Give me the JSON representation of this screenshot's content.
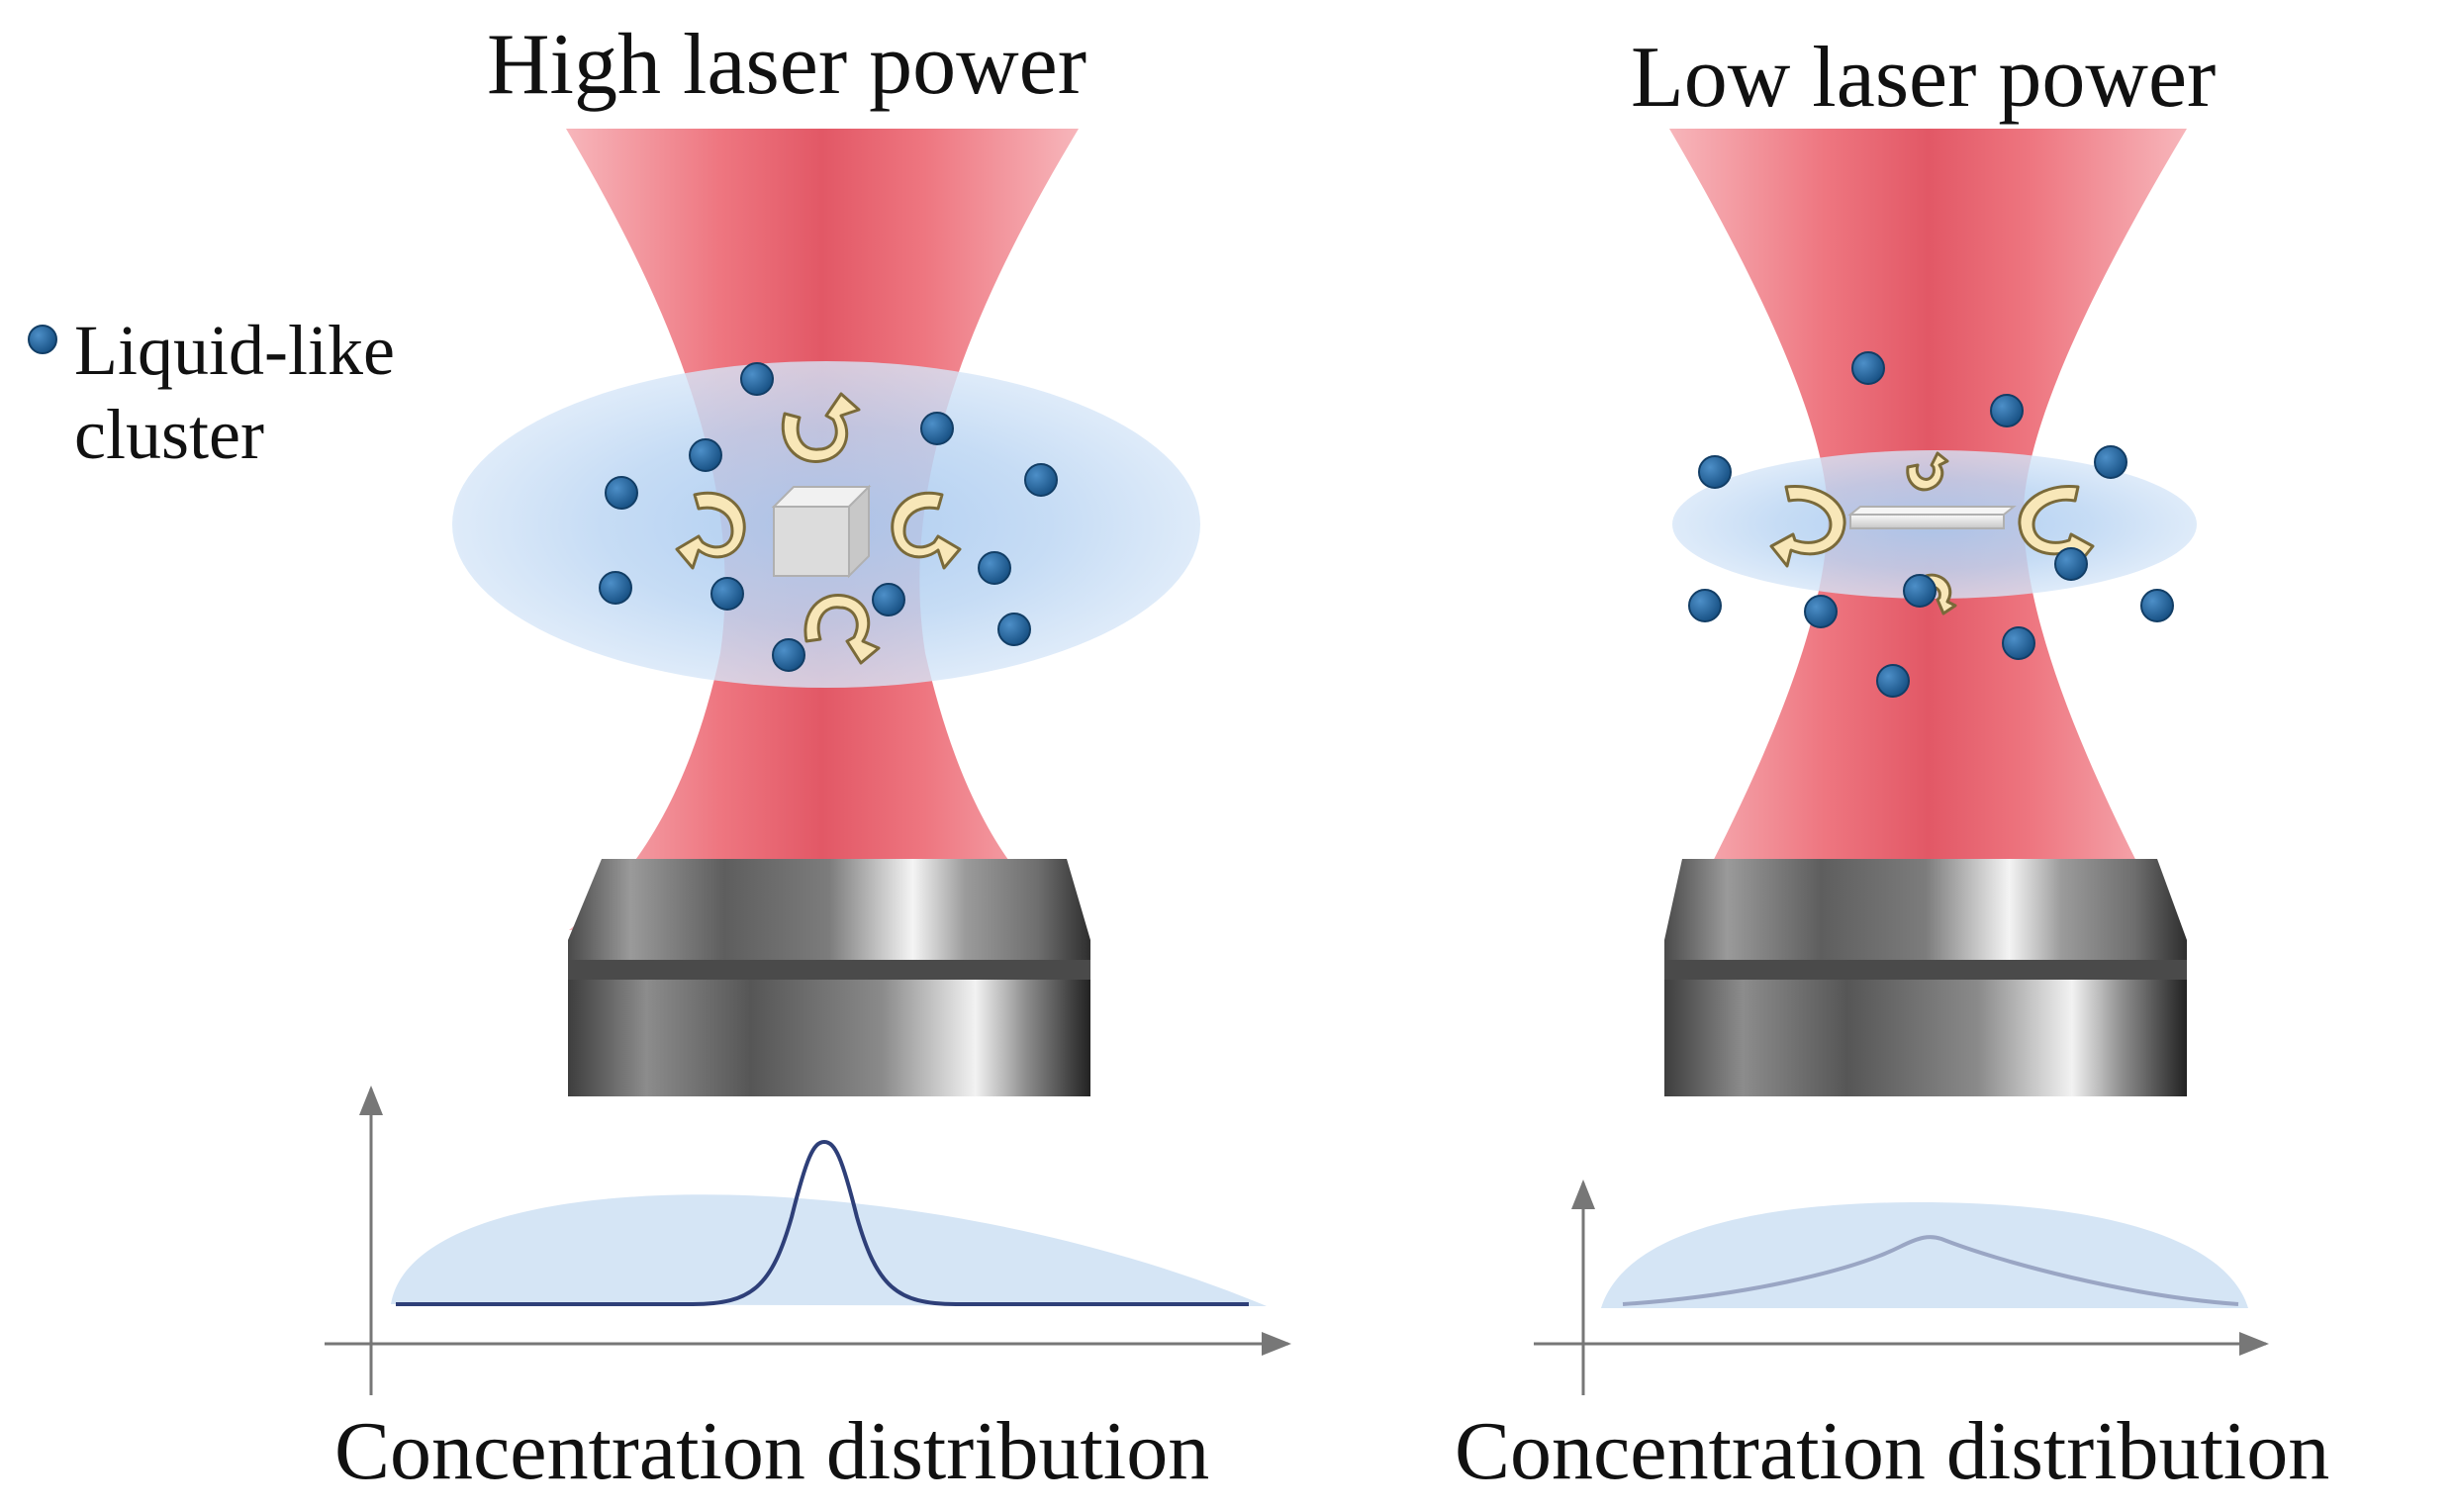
{
  "panels": [
    {
      "title": "High laser power",
      "caption": "Concentration distribution"
    },
    {
      "title": "Low laser power",
      "caption": "Concentration distribution"
    }
  ],
  "legend": {
    "line1": "Liquid-like",
    "line2": "cluster",
    "icon": "dot-icon"
  },
  "colors": {
    "beam": "#ee6672",
    "zone": "#a9cdee",
    "cluster_dot": "#1c5f98",
    "arrow_fill": "#f8e7b8",
    "curve_high": "#2e3f78",
    "curve_low": "#9aa6c4",
    "axis": "#777777"
  }
}
